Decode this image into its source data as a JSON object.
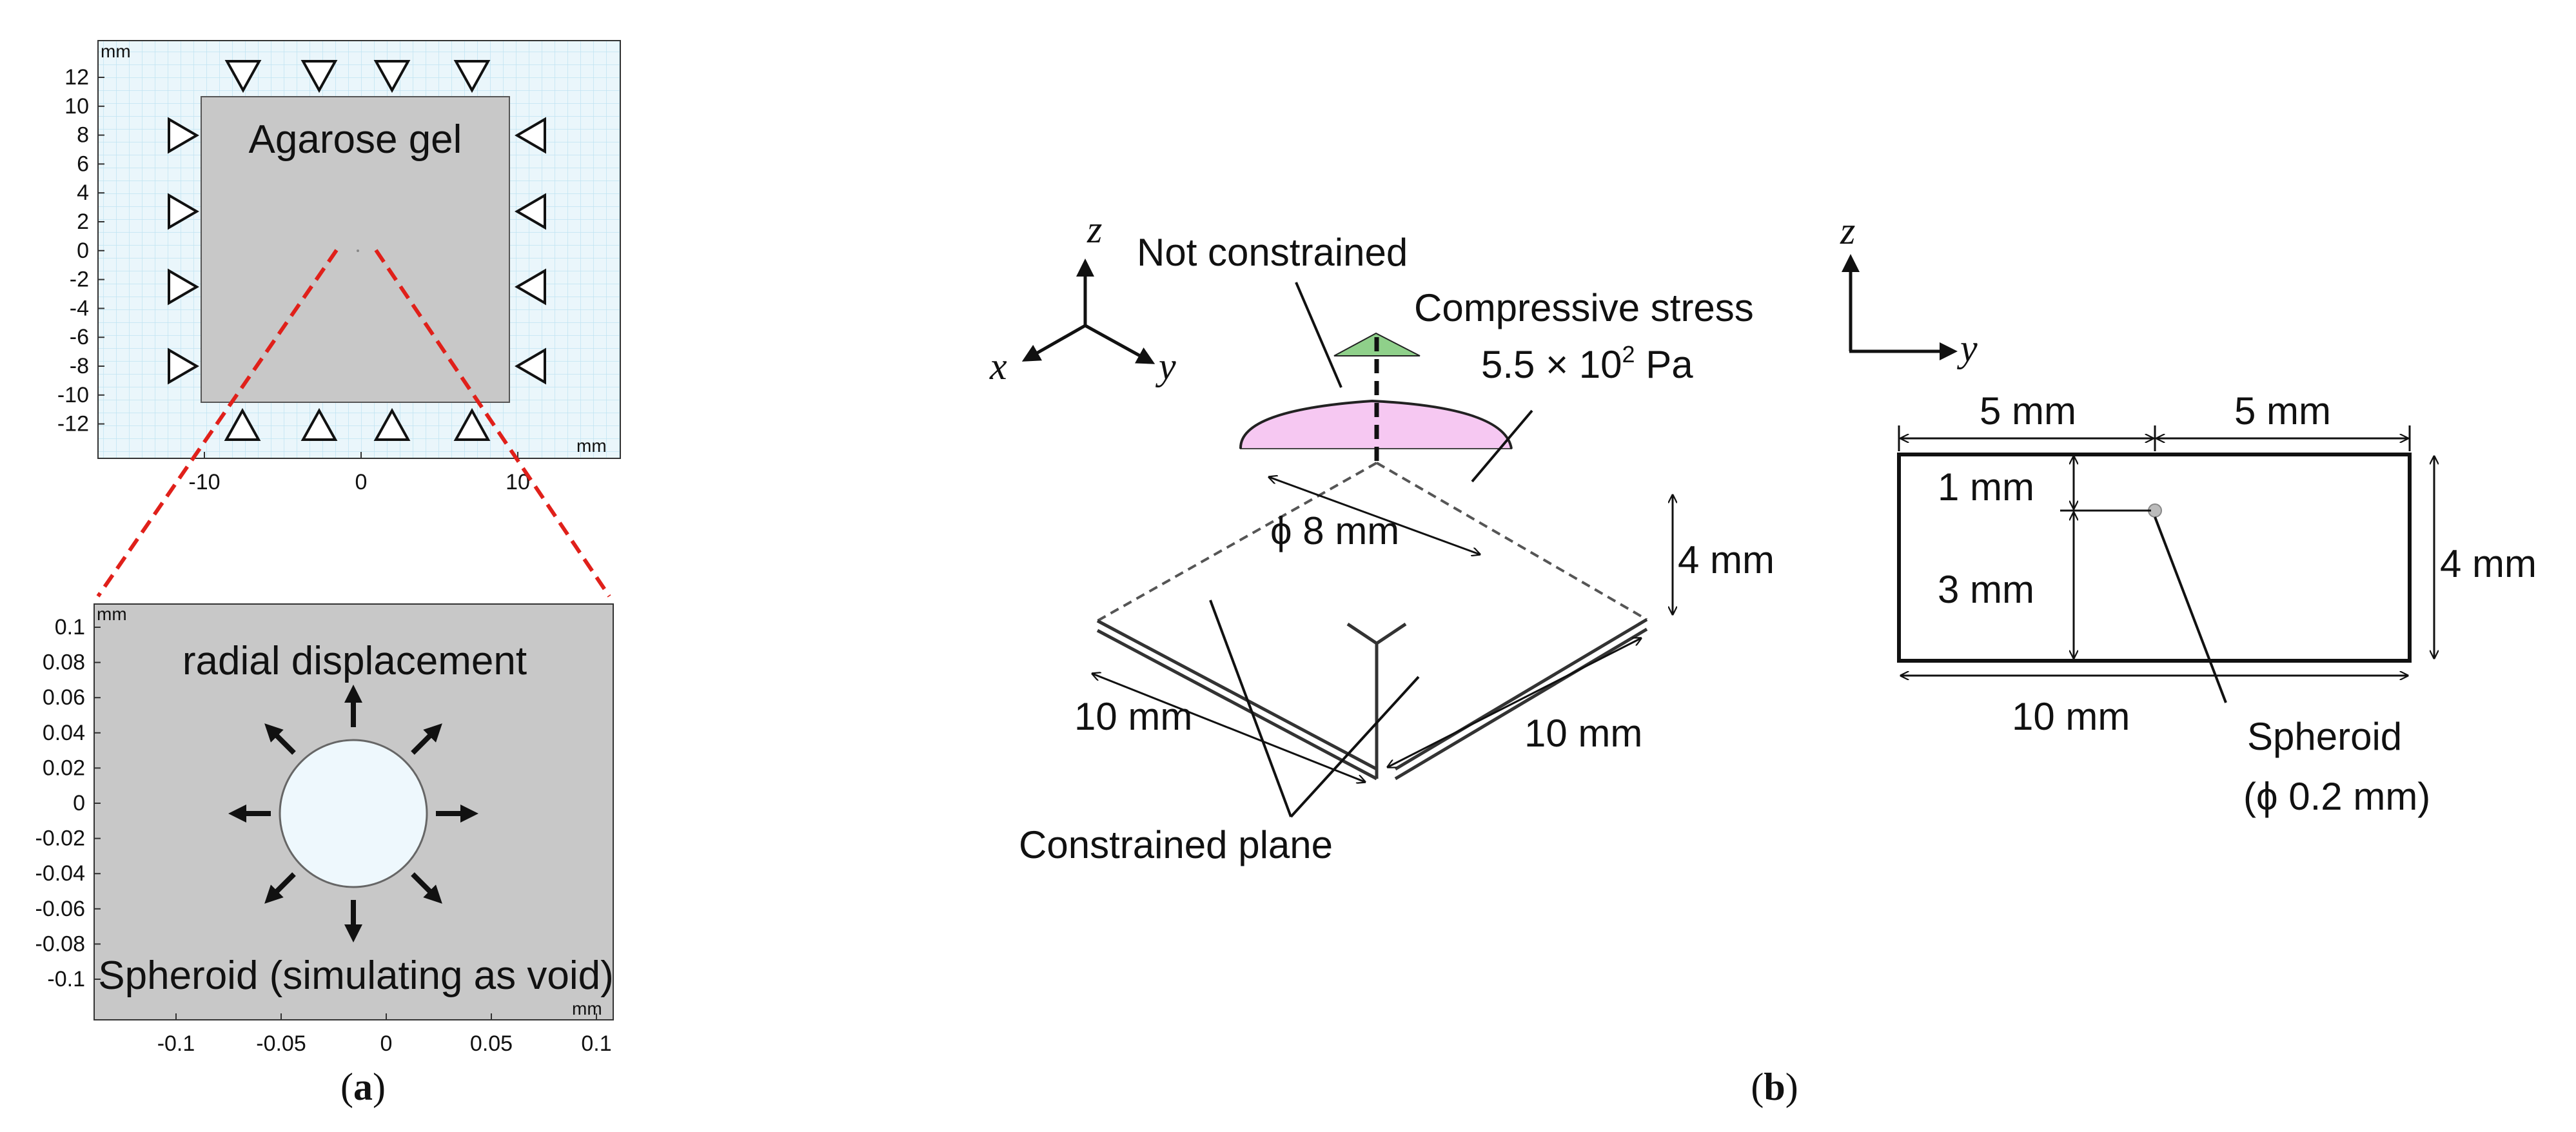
{
  "panel_a": {
    "top_plot": {
      "unit": "mm",
      "y_ticks": [
        "12",
        "10",
        "8",
        "6",
        "4",
        "2",
        "0",
        "-2",
        "-4",
        "-6",
        "-8",
        "-10",
        "-12"
      ],
      "x_ticks": [
        "-10",
        "0",
        "10"
      ],
      "label": "Agarose gel"
    },
    "bottom_plot": {
      "unit": "mm",
      "y_ticks": [
        "0.1",
        "0.08",
        "0.06",
        "0.04",
        "0.02",
        "0",
        "-0.02",
        "-0.04",
        "-0.06",
        "-0.08",
        "-0.1"
      ],
      "x_ticks": [
        "-0.1",
        "-0.05",
        "0",
        "0.05",
        "0.1"
      ],
      "label_top": "radial displacement",
      "label_bottom": "Spheroid (simulating as void)"
    },
    "caption": "(a)",
    "caption_letter": "a",
    "colors": {
      "gel": "#c8c8c8",
      "void": "#eef8fd",
      "grid_bg": "#eaf6fb",
      "zoom_line": "#e0201a"
    }
  },
  "panel_b": {
    "axis_3d": {
      "z": "z",
      "x": "x",
      "y": "y"
    },
    "axis_2d": {
      "z": "z",
      "y": "y"
    },
    "labels": {
      "not_constrained": "Not constrained",
      "compressive_stress": "Compressive stress",
      "stress_mantissa": "5.5 × 10",
      "stress_exp": "2",
      "stress_unit": " Pa",
      "phi_8mm": "ϕ 8 mm",
      "height_4mm": "4 mm",
      "width_10mm_left": "10 mm",
      "width_10mm_right": "10 mm",
      "constrained_plane": "Constrained plane"
    },
    "section": {
      "top_left": "5 mm",
      "top_right": "5 mm",
      "depth_1mm": "1 mm",
      "depth_3mm": "3 mm",
      "height": "4 mm",
      "bottom": "10 mm",
      "spheroid": "Spheroid",
      "spheroid_size": "(ϕ 0.2 mm)"
    },
    "caption": "(b)",
    "caption_letter": "b",
    "colors": {
      "load_area": "#f6c8f2",
      "cone": "#8fd08a"
    }
  }
}
